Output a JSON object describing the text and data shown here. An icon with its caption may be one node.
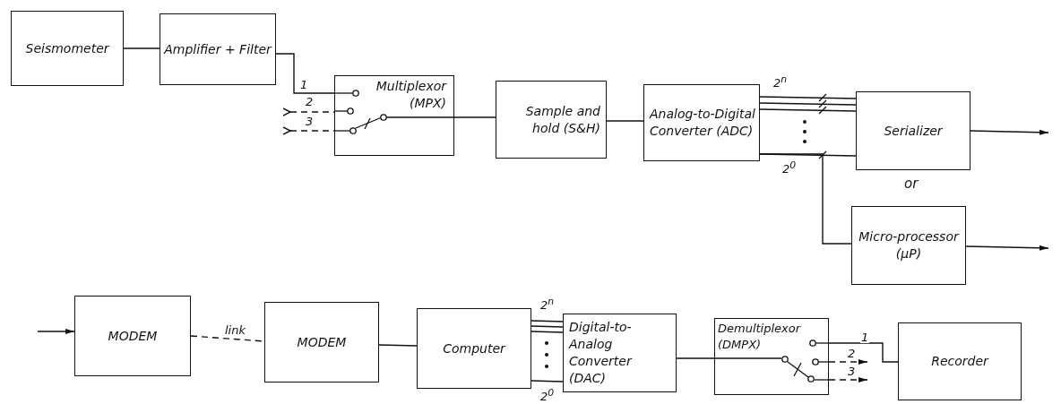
{
  "diagram": {
    "nodes": [
      {
        "text": [
          "Seismometer"
        ]
      },
      {
        "text": [
          "Amplifier + Filter"
        ]
      },
      {
        "text": [
          "Multiplexor (MPX)"
        ]
      },
      {
        "text": [
          "Sample and hold (S&H)"
        ]
      },
      {
        "text": [
          "Analog-to-Digital Converter (ADC)"
        ]
      },
      {
        "text": [
          "Serializer"
        ]
      },
      {
        "text": [
          "Micro-processor (μP)"
        ]
      },
      {
        "text": [
          "MODEM"
        ]
      },
      {
        "text": [
          "MODEM"
        ]
      },
      {
        "text": [
          "Computer"
        ]
      },
      {
        "text": [
          "Digital-to-Analog Converter (DAC)"
        ]
      },
      {
        "text": [
          "Demultiplexor (DMPX)"
        ]
      },
      {
        "text": [
          "Recorder"
        ]
      }
    ],
    "edges": [
      {
        "from": 0,
        "to": 1,
        "arrow": "none"
      },
      {
        "from": 1,
        "to": 2,
        "arrow": "none",
        "label": "1"
      },
      {
        "from": null,
        "to": 2,
        "arrow": "other",
        "style": "dashed",
        "label": "2"
      },
      {
        "from": null,
        "to": 2,
        "arrow": "other",
        "style": "dashed",
        "label": "3"
      },
      {
        "from": 2,
        "to": 3,
        "arrow": "none"
      },
      {
        "from": 3,
        "to": 4,
        "arrow": "none"
      },
      {
        "from": 4,
        "to": 5,
        "arrow": "none"
      },
      {
        "from": 4,
        "to": 6,
        "arrow": "none"
      },
      {
        "from": 5,
        "to": null,
        "arrow": "to"
      },
      {
        "from": 6,
        "to": null,
        "arrow": "to"
      },
      {
        "from": null,
        "to": 7,
        "arrow": "to"
      },
      {
        "from": 7,
        "to": 8,
        "arrow": "none",
        "style": "dashed",
        "label": "link"
      },
      {
        "from": 8,
        "to": 9,
        "arrow": "none"
      },
      {
        "from": 9,
        "to": 10,
        "arrow": "none"
      },
      {
        "from": 10,
        "to": 11,
        "arrow": "none"
      },
      {
        "from": 11,
        "to": 12,
        "arrow": "none",
        "label": "1"
      },
      {
        "from": 11,
        "to": null,
        "arrow": "to",
        "style": "dashed",
        "label": "2"
      },
      {
        "from": 11,
        "to": null,
        "arrow": "to",
        "style": "dashed",
        "label": "3"
      }
    ],
    "labels": [
      "2$^{n}$",
      "2$^{0}$",
      "or",
      "2$^{n}$",
      "2$^{0}$"
    ]
  }
}
